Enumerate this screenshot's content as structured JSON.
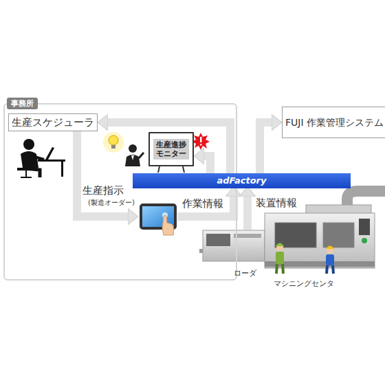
{
  "diagram": {
    "nodes": [
      {
        "text": [
          "事務所"
        ]
      },
      {
        "text": [
          "生産スケジューラ"
        ],
        "in": 0
      },
      {
        "text": [
          "生産進捗モニター"
        ],
        "in": 0
      },
      {
        "text": [
          "FUJI 作業管理システム"
        ]
      },
      {
        "text": [
          "adFactory"
        ]
      }
    ],
    "edges": [
      {
        "from": 4,
        "to": 1,
        "arrow": "to"
      },
      {
        "from": 4,
        "to": 2,
        "arrow": "to"
      },
      {
        "from": 4,
        "to": 3,
        "arrow": "to"
      }
    ],
    "labels": [
      "生産指示",
      "(製造オーダー)",
      "作業情報",
      "装置情報",
      "ローダ",
      "マシニングセンタ"
    ]
  }
}
